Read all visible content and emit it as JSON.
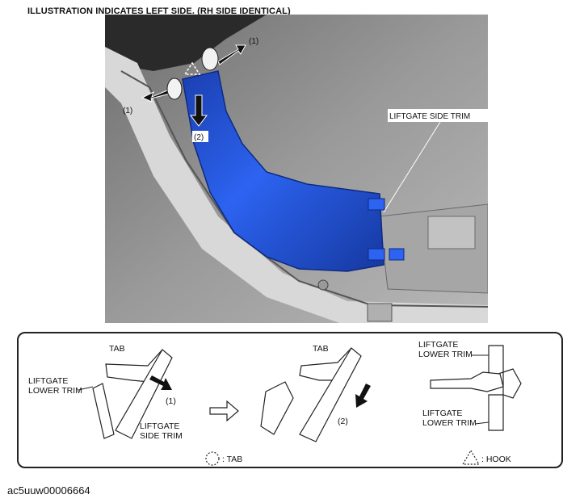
{
  "header": "ILLUSTRATION INDICATES LEFT SIDE. (RH SIDE IDENTICAL)",
  "photo": {
    "callout_1_top": "(1)",
    "callout_1_left": "(1)",
    "callout_2": "(2)",
    "liftgate_side_trim_label": "LIFTGATE SIDE TRIM"
  },
  "detail": {
    "fig1": {
      "tab_label": "TAB",
      "lower_trim_line1": "LIFTGATE",
      "lower_trim_line2": "LOWER TRIM",
      "side_trim_line1": "LIFTGATE",
      "side_trim_line2": "SIDE TRIM",
      "step": "(1)"
    },
    "fig2": {
      "tab_label": "TAB",
      "step": "(2)"
    },
    "fig3": {
      "upper_line1": "LIFTGATE",
      "upper_line2": "LOWER TRIM",
      "lower_line1": "LIFTGATE",
      "lower_line2": "LOWER TRIM"
    },
    "legend": {
      "tab": ": TAB",
      "hook": ": HOOK"
    }
  },
  "caption": "ac5uuw00006664",
  "colors": {
    "trim_blue": "#1f4fd6",
    "panel_gray": "#8f8f8f",
    "outline": "#222222"
  }
}
